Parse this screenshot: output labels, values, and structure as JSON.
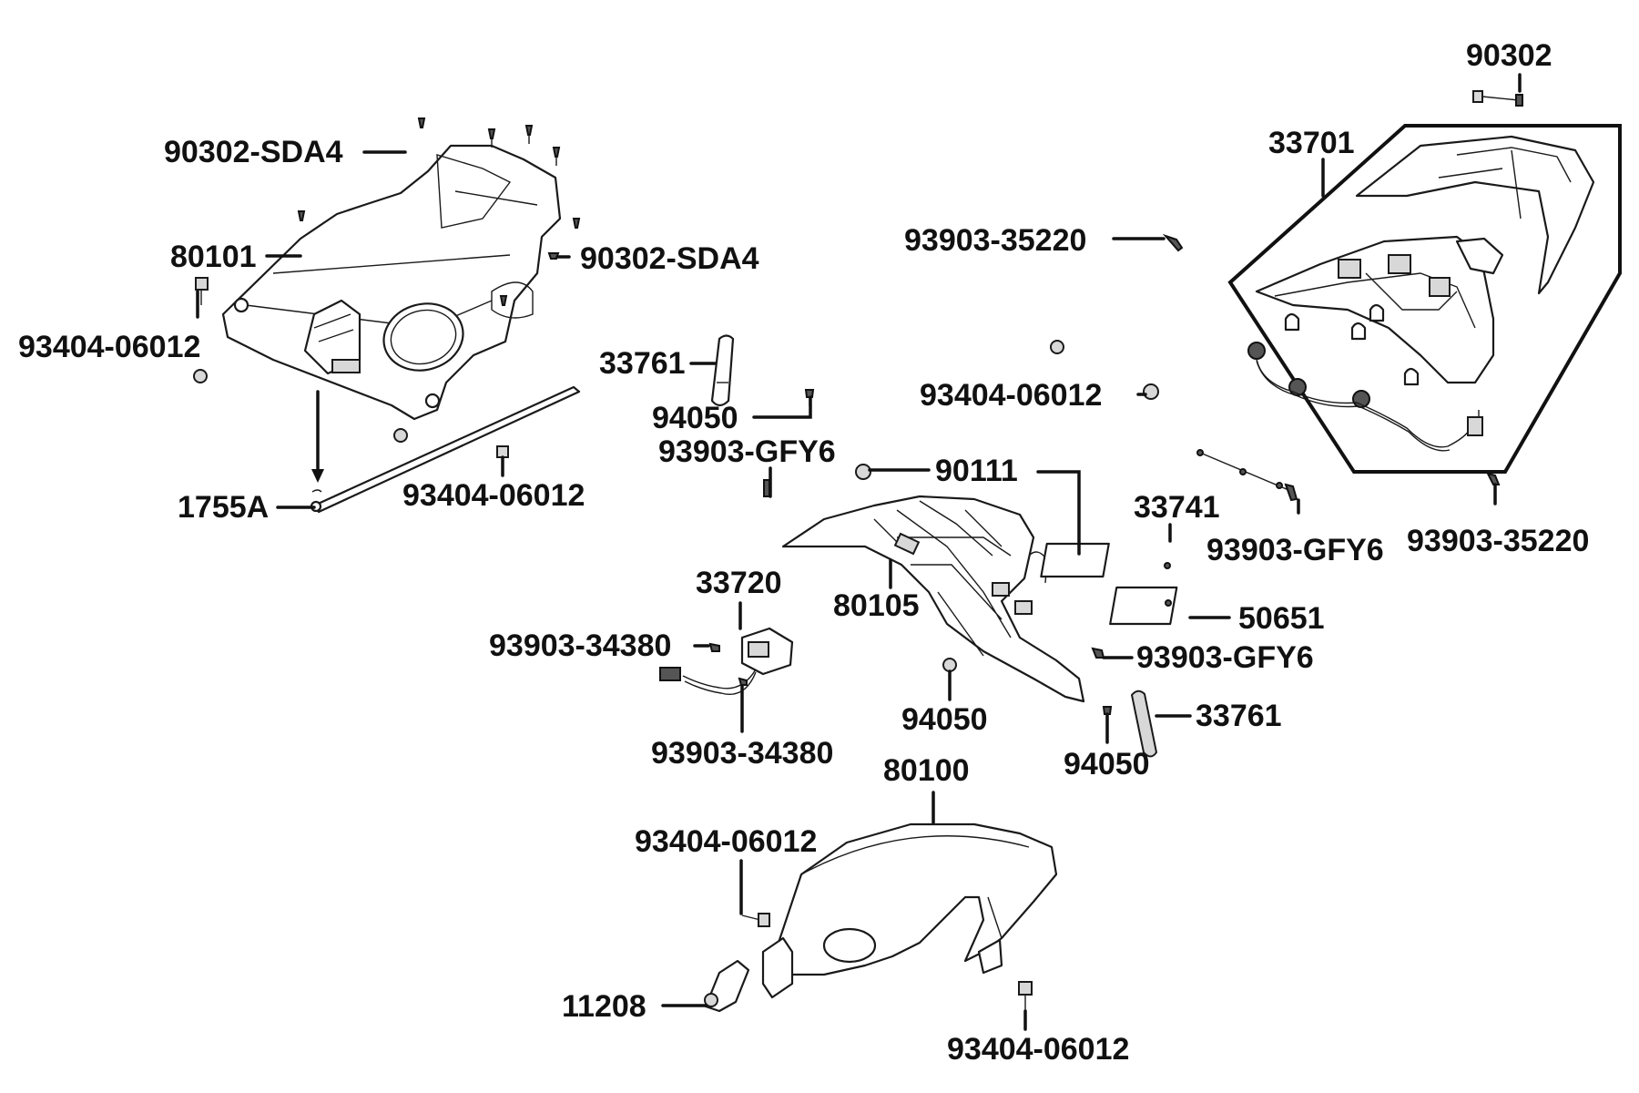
{
  "labels": {
    "p90302_top": "90302",
    "p33701": "33701",
    "p90302_sda4_a": "90302-SDA4",
    "p90302_sda4_b": "90302-SDA4",
    "p80101": "80101",
    "p93404_06012_a": "93404-06012",
    "p93903_35220_a": "93903-35220",
    "p33761_a": "33761",
    "p94050_a": "94050",
    "p93404_06012_b": "93404-06012",
    "p93903_gfy6_a": "93903-GFY6",
    "p90111": "90111",
    "p1755a": "1755A",
    "p93404_06012_c": "93404-06012",
    "p33741": "33741",
    "p93903_gfy6_b": "93903-GFY6",
    "p93903_35220_b": "93903-35220",
    "p33720": "33720",
    "p80105": "80105",
    "p50651": "50651",
    "p93903_34380_a": "93903-34380",
    "p93903_gfy6_c": "93903-GFY6",
    "p33761_b": "33761",
    "p94050_b": "94050",
    "p94050_c": "94050",
    "p93903_34380_b": "93903-34380",
    "p80100": "80100",
    "p93404_06012_d": "93404-06012",
    "p11208": "11208",
    "p93404_06012_e": "93404-06012"
  }
}
